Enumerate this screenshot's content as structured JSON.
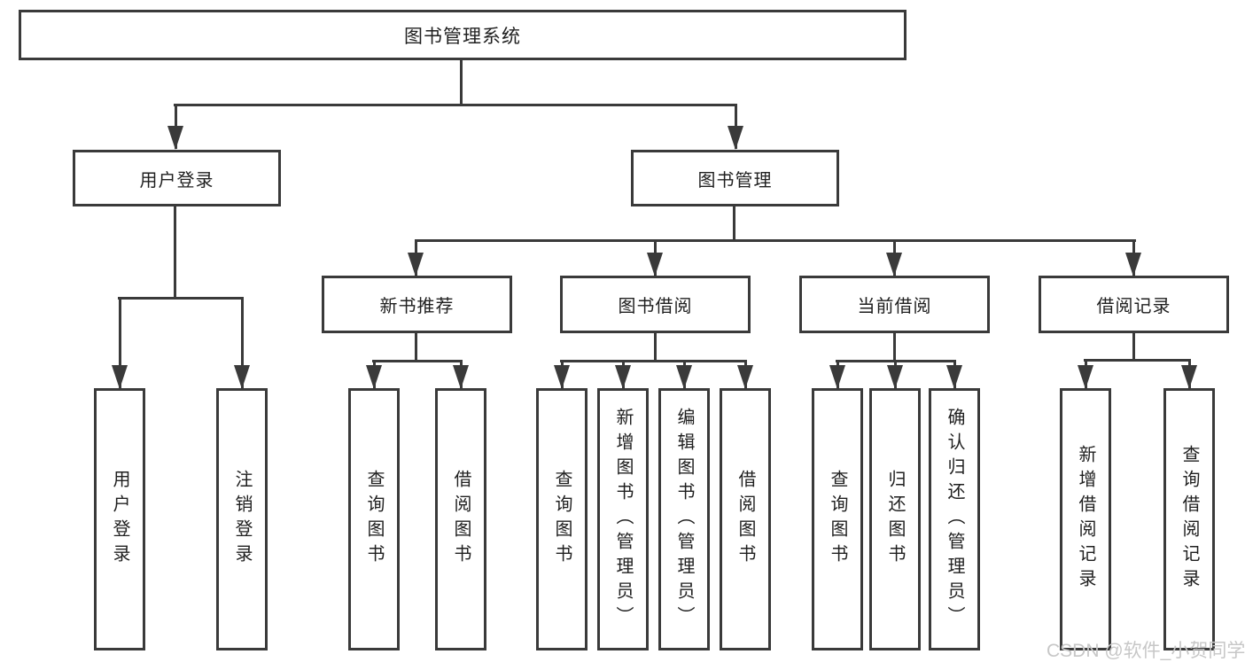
{
  "colors": {
    "line": "#3a3a3a",
    "text": "#1f1f1f",
    "box_background": "#ffffff",
    "page_background": "#ffffff",
    "watermark": "#c7c7c7"
  },
  "watermark": {
    "text": "CSDN @软件_小贺同学"
  },
  "tree": {
    "root": {
      "label": "图书管理系统",
      "children": [
        {
          "label": "用户登录",
          "children": [
            {
              "label": "用户登录"
            },
            {
              "label": "注销登录"
            }
          ]
        },
        {
          "label": "图书管理",
          "children": [
            {
              "label": "新书推荐",
              "children": [
                {
                  "label": "查询图书"
                },
                {
                  "label": "借阅图书"
                }
              ]
            },
            {
              "label": "图书借阅",
              "children": [
                {
                  "label": "查询图书"
                },
                {
                  "label": "新增图书（管理员）"
                },
                {
                  "label": "编辑图书（管理员）"
                },
                {
                  "label": "借阅图书"
                }
              ]
            },
            {
              "label": "当前借阅",
              "children": [
                {
                  "label": "查询图书"
                },
                {
                  "label": "归还图书"
                },
                {
                  "label": "确认归还（管理员）"
                }
              ]
            },
            {
              "label": "借阅记录",
              "children": [
                {
                  "label": "新增借阅记录"
                },
                {
                  "label": "查询借阅记录"
                }
              ]
            }
          ]
        }
      ]
    }
  }
}
